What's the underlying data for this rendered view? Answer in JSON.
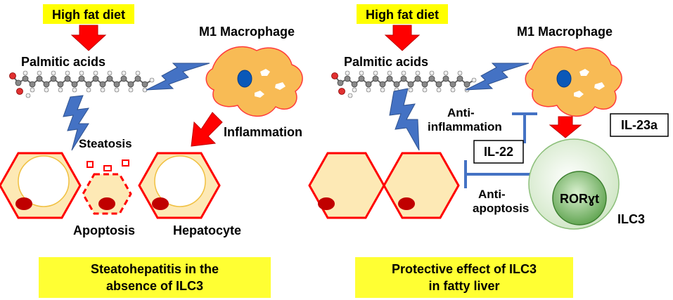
{
  "left_panel": {
    "diet_label": "High fat diet",
    "palmitic_label": "Palmitic acids",
    "macrophage_label": "M1 Macrophage",
    "steatosis_label": "Steatosis",
    "inflammation_label": "Inflammation",
    "apoptosis_label": "Apoptosis",
    "hepatocyte_label": "Hepatocyte",
    "caption_line1": "Steatohepatitis in the",
    "caption_line2": "absence of ILC3"
  },
  "right_panel": {
    "diet_label": "High fat diet",
    "palmitic_label": "Palmitic acids",
    "macrophage_label": "M1 Macrophage",
    "anti_inflammation_line1": "Anti-",
    "anti_inflammation_line2": "inflammation",
    "il23_label": "IL-23a",
    "il22_label": "IL-22",
    "anti_apoptosis_line1": "Anti-",
    "anti_apoptosis_line2": "apoptosis",
    "roryt_label": "RORɣt",
    "ilc3_label": "ILC3",
    "caption_line1": "Protective effect of ILC3",
    "caption_line2": "in fatty liver"
  },
  "colors": {
    "label_box": "#ffff00",
    "caption_box": "#ffff33",
    "red_arrow": "#ff0000",
    "lightning": "#4472c4",
    "cell_fill": "#fde9b5",
    "cell_border": "#ff0000",
    "nucleus": "#c00000",
    "macrophage": "#f8bb55",
    "inhibit_line": "#4472c4",
    "ilc3_outer": "#e2efda",
    "ilc3_inner": "#7fbf6b"
  }
}
